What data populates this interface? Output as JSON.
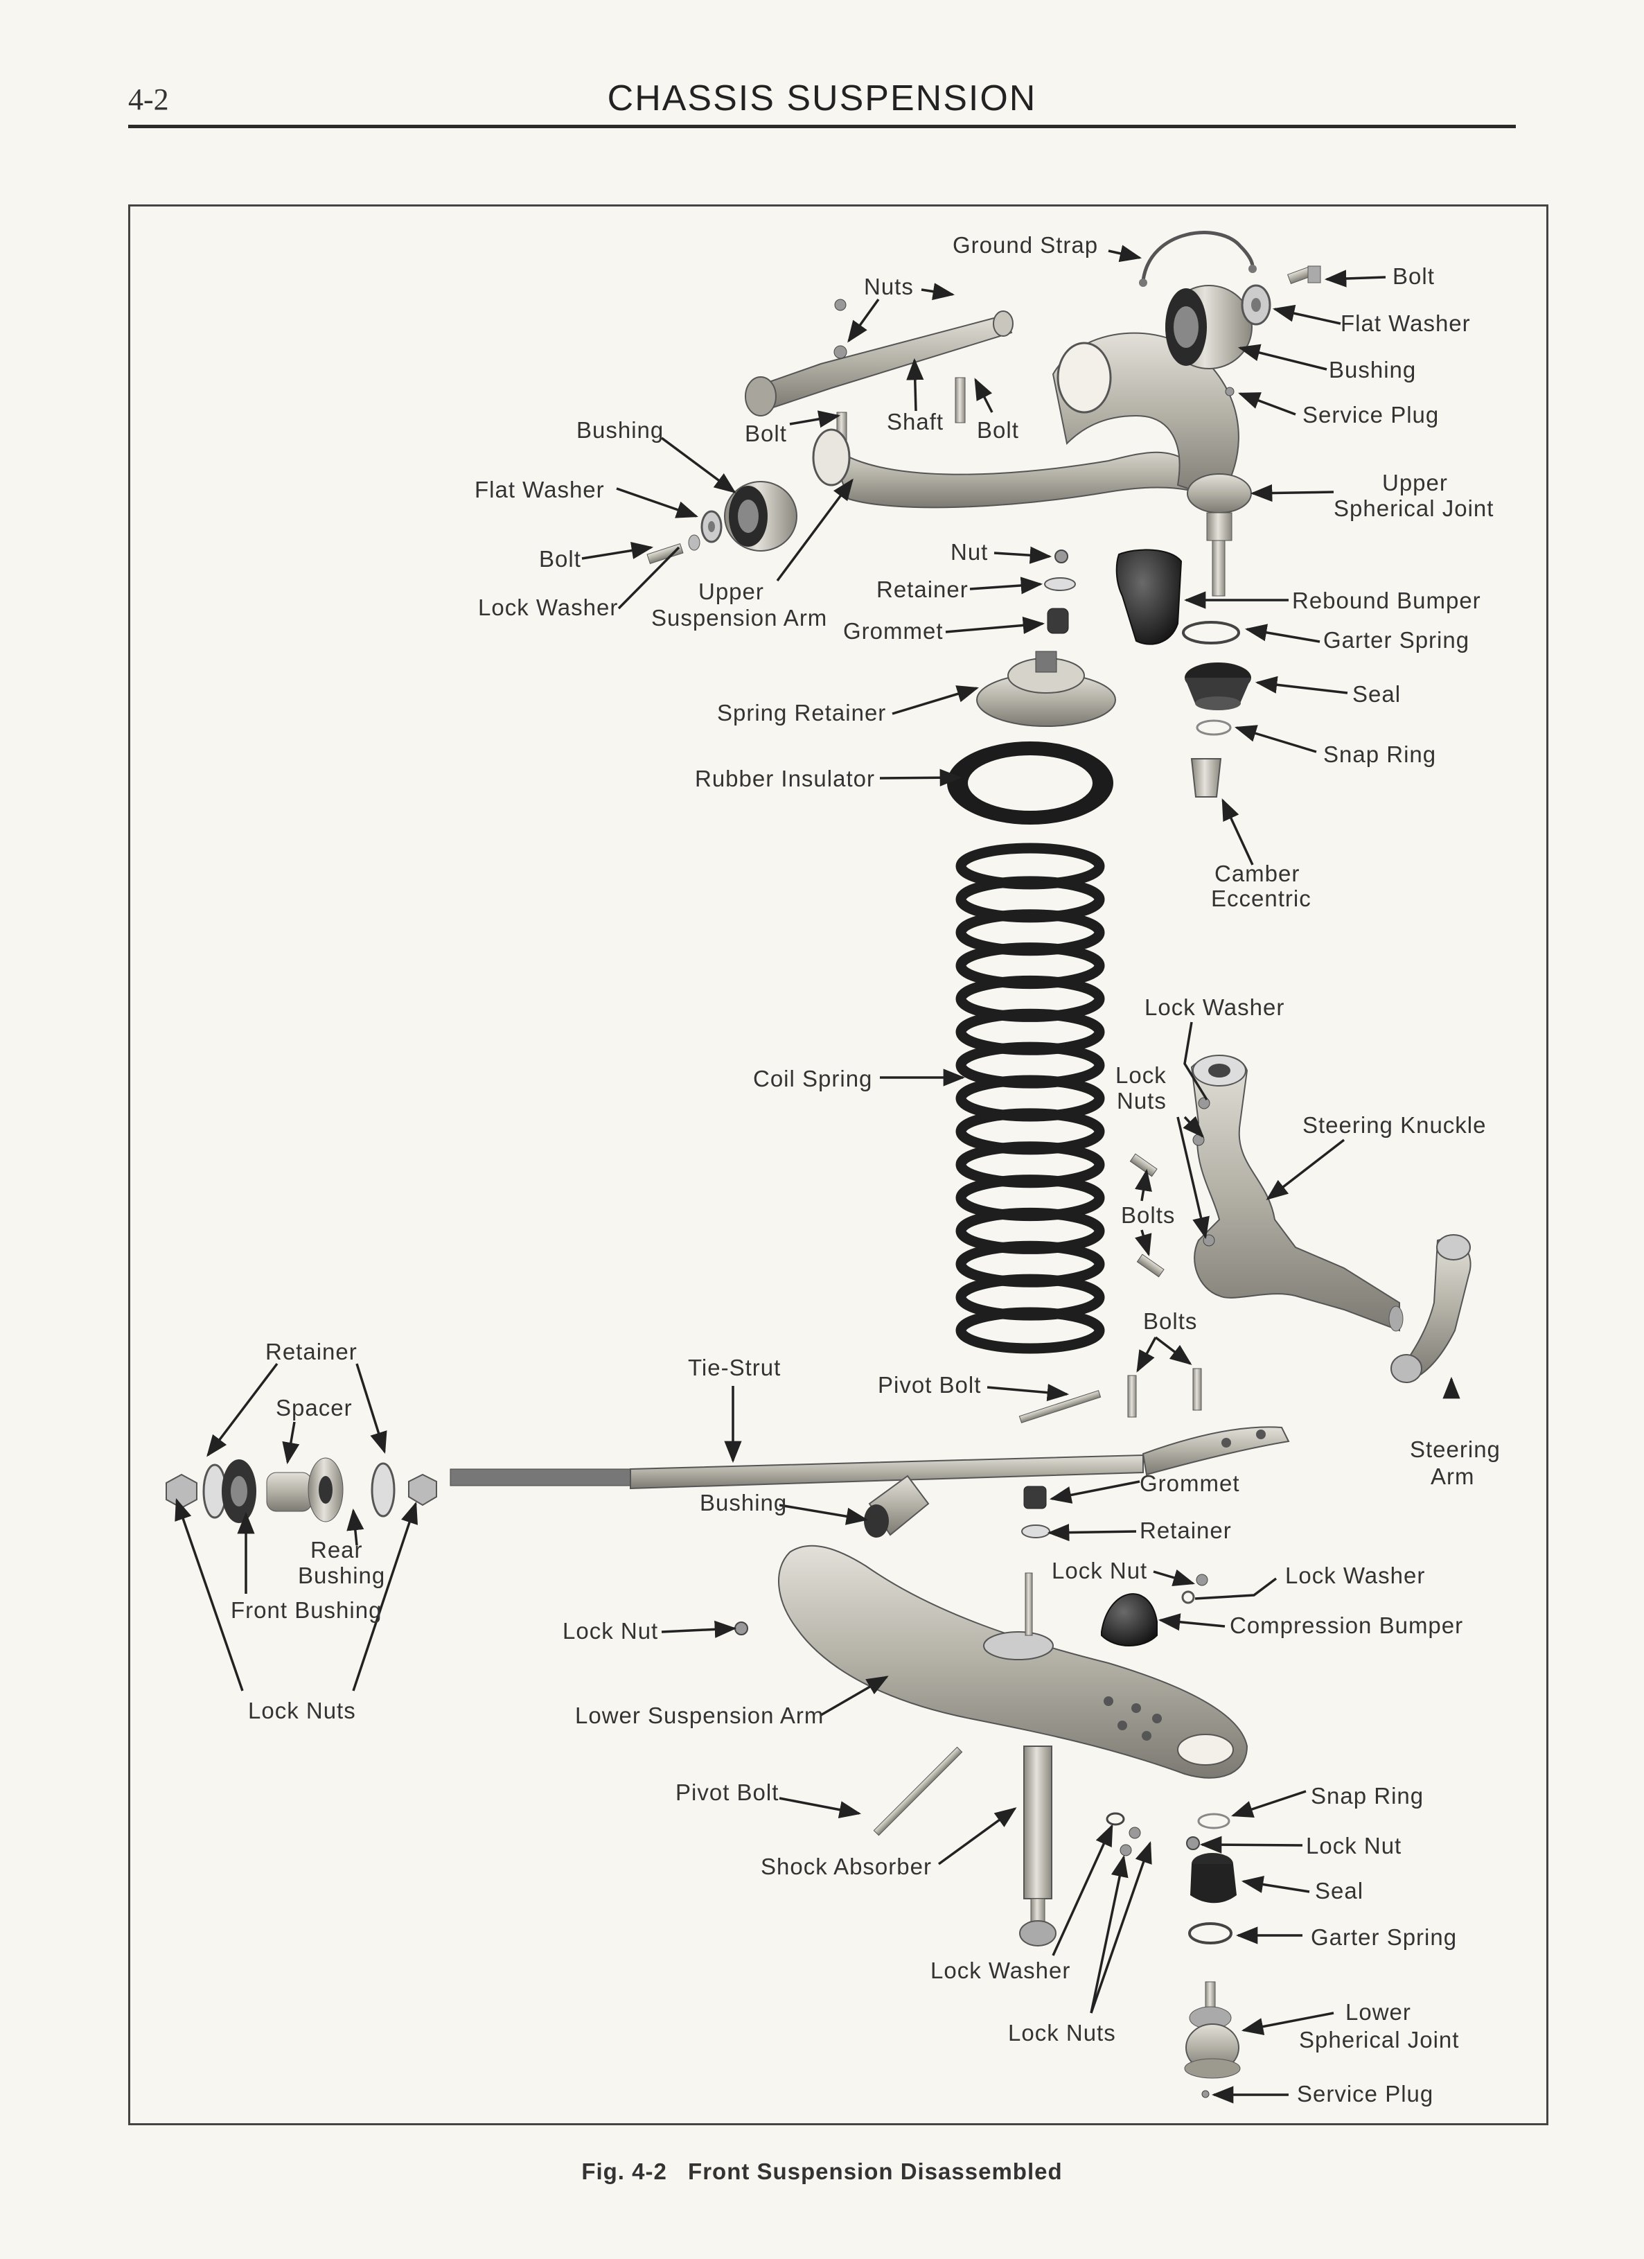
{
  "header": {
    "page_number": "4-2",
    "title": "CHASSIS SUSPENSION"
  },
  "caption": {
    "figure": "Fig. 4-2",
    "text": "Front Suspension Disassembled"
  },
  "labels": {
    "ground_strap": "Ground Strap",
    "nuts": "Nuts",
    "bolt_top_right": "Bolt",
    "flat_washer_top_right": "Flat Washer",
    "bushing_top_right": "Bushing",
    "service_plug_top": "Service Plug",
    "shaft": "Shaft",
    "bolt_shaft": "Bolt",
    "bolt_upper_arm": "Bolt",
    "bushing_left": "Bushing",
    "flat_washer_left": "Flat Washer",
    "bolt_left": "Bolt",
    "lock_washer_left": "Lock Washer",
    "upper_suspension_arm_1": "Upper",
    "upper_suspension_arm_2": "Suspension Arm",
    "upper_spherical_joint_1": "Upper",
    "upper_spherical_joint_2": "Spherical Joint",
    "nut_upper": "Nut",
    "retainer_upper": "Retainer",
    "grommet_upper": "Grommet",
    "rebound_bumper": "Rebound Bumper",
    "garter_spring_upper": "Garter Spring",
    "seal_upper": "Seal",
    "spring_retainer": "Spring Retainer",
    "snap_ring_upper": "Snap Ring",
    "rubber_insulator": "Rubber Insulator",
    "camber_eccentric_1": "Camber",
    "camber_eccentric_2": "Eccentric",
    "lock_washer_knuckle": "Lock Washer",
    "coil_spring": "Coil Spring",
    "lock_nuts_knuckle_1": "Lock",
    "lock_nuts_knuckle_2": "Nuts",
    "steering_knuckle": "Steering Knuckle",
    "bolts_knuckle": "Bolts",
    "bolts_lower": "Bolts",
    "retainer_left": "Retainer",
    "tie_strut": "Tie-Strut",
    "pivot_bolt_upper": "Pivot Bolt",
    "spacer": "Spacer",
    "steering_arm_1": "Steering",
    "steering_arm_2": "Arm",
    "grommet_lower": "Grommet",
    "bushing_strut": "Bushing",
    "rear_bushing_1": "Rear",
    "rear_bushing_2": "Bushing",
    "retainer_lower": "Retainer",
    "front_bushing": "Front Bushing",
    "lock_nut_arm": "Lock Nut",
    "lock_washer_lower": "Lock Washer",
    "lock_nut_left": "Lock Nut",
    "compression_bumper": "Compression Bumper",
    "lock_nuts_left": "Lock Nuts",
    "lower_suspension_arm": "Lower Suspension Arm",
    "pivot_bolt_lower": "Pivot Bolt",
    "snap_ring_lower": "Snap Ring",
    "lock_nut_lower_right": "Lock Nut",
    "shock_absorber": "Shock Absorber",
    "seal_lower": "Seal",
    "garter_spring_lower": "Garter Spring",
    "lock_washer_bottom": "Lock Washer",
    "lower_spherical_joint_1": "Lower",
    "lower_spherical_joint_2": "Spherical Joint",
    "lock_nuts_bottom": "Lock Nuts",
    "service_plug_bottom": "Service Plug"
  }
}
